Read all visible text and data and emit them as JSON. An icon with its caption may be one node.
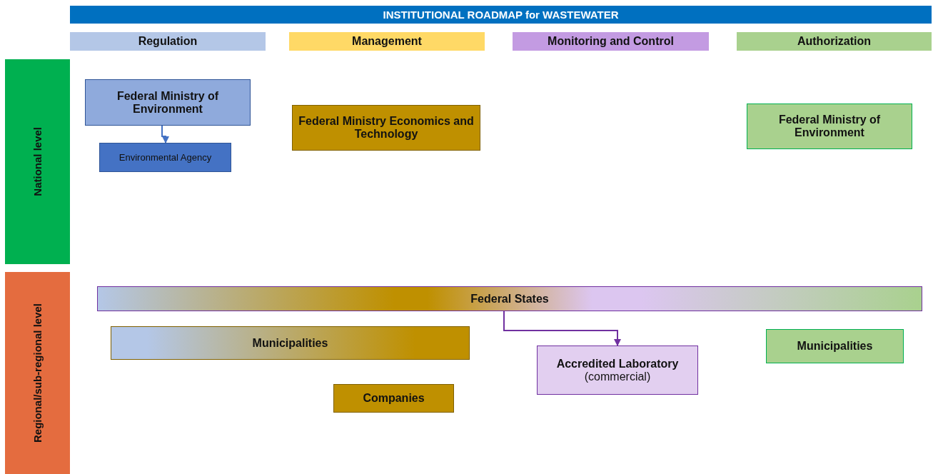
{
  "diagram": {
    "title": "INSTITUTIONAL ROADMAP for WASTEWATER",
    "nodes": [
      {
        "text": [
          "Regulation"
        ]
      },
      {
        "text": [
          "Management"
        ]
      },
      {
        "text": [
          "Monitoring and Control"
        ]
      },
      {
        "text": [
          "Authorization"
        ]
      },
      {
        "text": [
          "National level"
        ]
      },
      {
        "text": [
          "Regional/sub-regional level"
        ]
      },
      {
        "text": [
          "Federal Ministry of Environment"
        ]
      },
      {
        "text": [
          "Environmental Agency"
        ]
      },
      {
        "text": [
          "Federal Ministry Economics and Technology"
        ]
      },
      {
        "text": [
          "Federal Ministry of Environment"
        ]
      },
      {
        "text": [
          "Federal States"
        ]
      },
      {
        "text": [
          "Municipalities"
        ]
      },
      {
        "text": [
          "Accredited Laboratory",
          "(commercial)"
        ]
      },
      {
        "text": [
          "Municipalities"
        ]
      },
      {
        "text": [
          "Companies"
        ]
      }
    ],
    "edges": [
      {
        "from": 6,
        "to": 7,
        "arrow": "to",
        "color": "#4472c4"
      },
      {
        "from": 10,
        "to": 12,
        "arrow": "to",
        "color": "#7030a0"
      }
    ]
  }
}
